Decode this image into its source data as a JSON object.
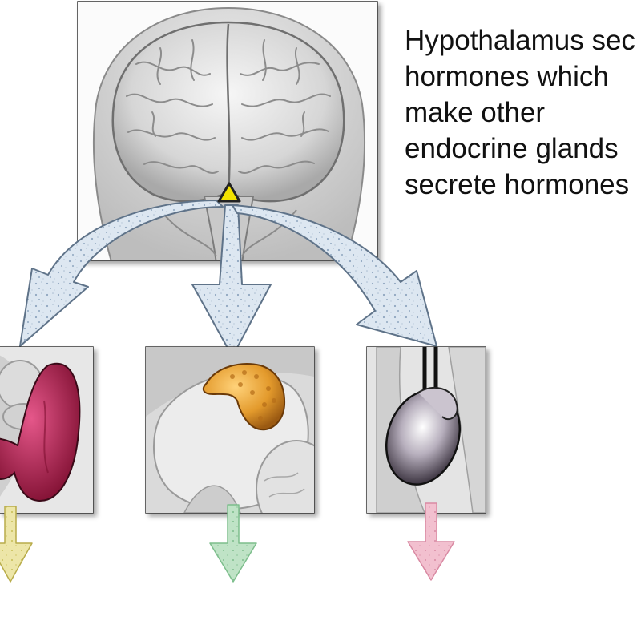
{
  "caption": {
    "lines": [
      "Hypothalamus sec",
      "hormones which",
      "make other",
      "endocrine glands",
      "secrete hormones"
    ]
  },
  "colors": {
    "hypothalamus": "#f2e200",
    "thyroid": "#b2204f",
    "adrenal": "#e39a2c",
    "testis": "#4a4150",
    "arrow_fill": "#dde7f1",
    "left_output_arrow": "#ede6a8",
    "middle_output_arrow": "#bfe3c6",
    "right_output_arrow": "#f2c0cf"
  },
  "icons": {
    "brain": "brain-icon",
    "hypothalamus": "hypothalamus-marker",
    "thyroid": "thyroid-gland-icon",
    "adrenal": "adrenal-gland-icon",
    "testis": "testis-icon"
  }
}
